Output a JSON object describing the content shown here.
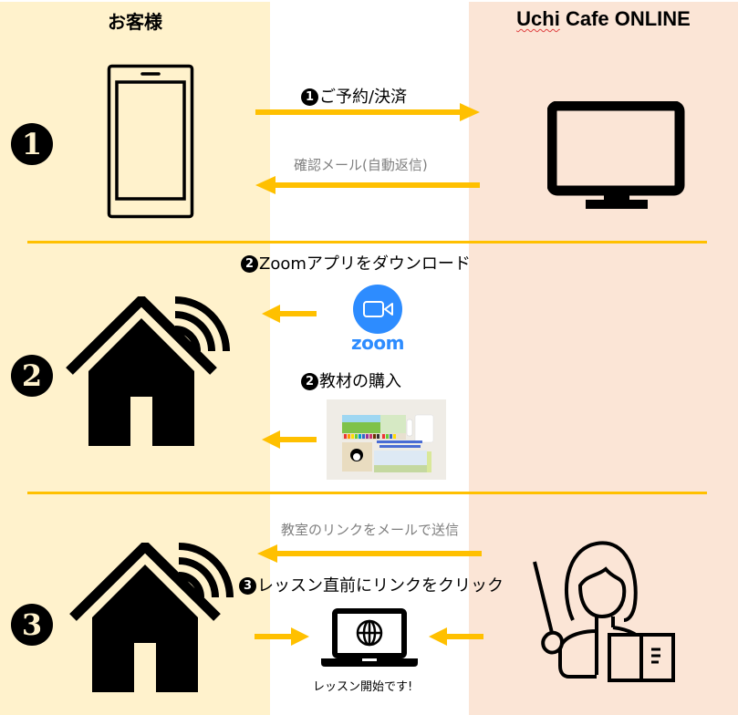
{
  "columns": {
    "left_header": "お客様",
    "right_header_part1": "Uchi",
    "right_header_part2": " Cafe ONLINE"
  },
  "colors": {
    "left_bg": "#fff2cc",
    "right_bg": "#fbe5d6",
    "arrow": "#ffc000",
    "zoom_blue": "#2d8cff",
    "gray_text": "#7f7f7f"
  },
  "step1": {
    "number": "1",
    "icon_left": "smartphone-icon",
    "icon_right": "monitor-icon",
    "arrow_right_label_num": "1",
    "arrow_right_label": "ご予約/決済",
    "arrow_left_label": "確認メール(自動返信)"
  },
  "step2": {
    "number": "2",
    "icon_left": "home-wifi-icon",
    "zoom_label_num": "2",
    "zoom_label": "Zoomアプリをダウンロード",
    "zoom_logo_text": "zoom",
    "materials_label_num": "2",
    "materials_label": "教材の購入",
    "materials_image": "art-supplies-photo"
  },
  "step3": {
    "number": "3",
    "icon_left": "home-wifi-icon",
    "icon_right": "teacher-icon",
    "email_label": "教室のリンクをメールで送信",
    "click_label_num": "3",
    "click_label": "レッスン直前にリンクをクリック",
    "center_icon": "laptop-globe-icon",
    "start_label": "レッスン開始です!"
  }
}
